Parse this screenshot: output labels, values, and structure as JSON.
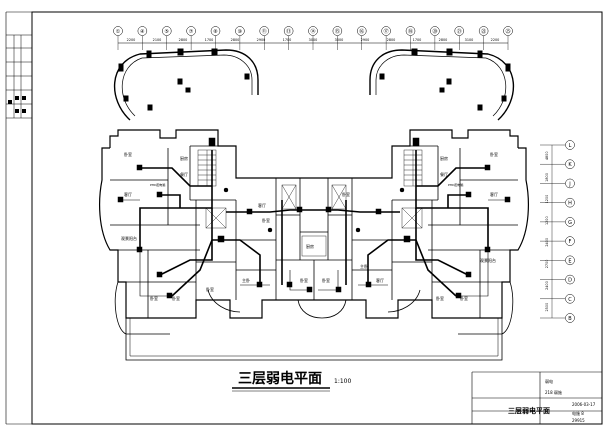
{
  "drawing": {
    "title": "三层弱电平面",
    "scale": "1:100",
    "title_block": {
      "sheet_name": "三层弱电平面",
      "field_a": "弱电",
      "field_b": "218 弱施",
      "field_c": "2006-03-17",
      "field_d": "电施 8",
      "field_e": "29915"
    }
  },
  "grid_top": {
    "labels": [
      "①",
      "④",
      "⑤",
      "⑦",
      "⑧",
      "⑩",
      "⑪",
      "⑬",
      "⑭",
      "⑮",
      "⑯",
      "⑰",
      "⑱",
      "⑳",
      "㉑",
      "㉒",
      "㉕"
    ],
    "dimensions": [
      "2200",
      "2100",
      "2800",
      "1700",
      "2800",
      "2900",
      "1700",
      "3000",
      "3000",
      "2900",
      "2800",
      "1700",
      "2800",
      "3100",
      "2200"
    ]
  },
  "grid_right": {
    "labels": [
      "L",
      "K",
      "J",
      "H",
      "G",
      "F",
      "E",
      "D",
      "C",
      "B"
    ],
    "dimensions": [
      "4800",
      "1800",
      "1200",
      "1200",
      "2400",
      "2700",
      "2400",
      "2500"
    ]
  },
  "rooms": {
    "l_bedroom_top": "卧室",
    "l_living": "客厅",
    "l_kitchen": "厨房",
    "l_dining": "餐厅",
    "l_balcony": "观景阳台",
    "l_bed_1": "卧室",
    "l_bed_2": "卧室",
    "l_bed_3": "卧室",
    "l_master": "主卧",
    "l_bed_4": "卧室",
    "l_living_2": "客厅",
    "m_bed_1": "卧室",
    "m_bed_2": "卧室",
    "m_kitchen": "厨房",
    "r_bedroom_top": "卧室",
    "r_living": "客厅",
    "r_kitchen": "厨房",
    "r_dining": "餐厅",
    "r_balcony": "观景阳台",
    "r_bed_1": "卧室",
    "r_bed_2": "卧室",
    "r_master": "主卧",
    "r_living_2": "客厅",
    "r_bed_3": "卧室",
    "stair_l": "PHD配电箱",
    "stair_r": "PHD配电箱"
  }
}
